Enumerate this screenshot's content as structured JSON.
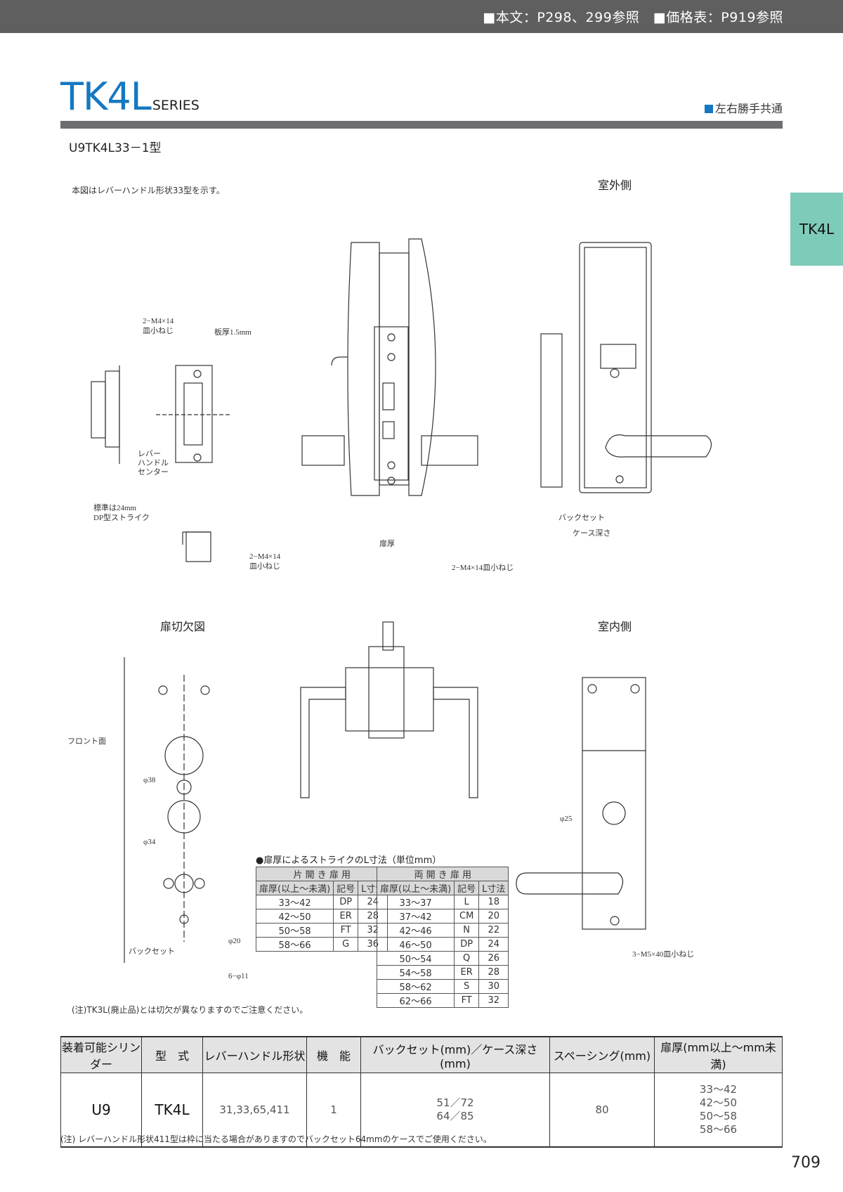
{
  "header": {
    "refs": "■本文：P298、299参照　■価格表：P919参照"
  },
  "title": {
    "main": "TK4L",
    "series": "SERIES",
    "tagline": "左右勝手共通"
  },
  "model": "U9TK4L33－1型",
  "side_tab": "TK4L",
  "drawing_note": "本図はレバーハンドル形状33型を示す。",
  "views": {
    "outside": "室外側",
    "inside": "室内側",
    "door_cutout": "扉切欠図"
  },
  "dim_labels": {
    "screw_a": "2−M4×14",
    "screw_a2": "皿小ねじ",
    "plate": "板厚1.5mm",
    "lever_center_1": "レバー",
    "lever_center_2": "ハンドル",
    "lever_center_3": "センター",
    "std_1": "標準は24mm",
    "std_2": "DP型ストライク",
    "screw_b": "2−M4×14",
    "screw_b2": "皿小ねじ",
    "screw_c": "2−M4×14皿小ねじ",
    "backset": "バックセット",
    "case_depth": "ケース深さ",
    "front_face": "フロント面",
    "backset2": "バックセット",
    "holes": "6−φ11",
    "phi20": "φ20",
    "phi38": "φ38",
    "phi34": "φ34",
    "phi25": "φ25",
    "screw_d": "3−M5×40皿小ねじ",
    "door_thk": "扉厚"
  },
  "strike_table": {
    "title": "●扉厚によるストライクのL寸法（単位mm）",
    "single_header": "片 開 き 扉 用",
    "double_header": "両 開 き 扉 用",
    "col_thk": "扉厚(以上〜未満)",
    "col_code": "記号",
    "col_l": "L寸法",
    "single_rows": [
      [
        "33〜42",
        "DP",
        "24"
      ],
      [
        "42〜50",
        "ER",
        "28"
      ],
      [
        "50〜58",
        "FT",
        "32"
      ],
      [
        "58〜66",
        "G",
        "36"
      ]
    ],
    "double_rows": [
      [
        "33〜37",
        "L",
        "18"
      ],
      [
        "37〜42",
        "CM",
        "20"
      ],
      [
        "42〜46",
        "N",
        "22"
      ],
      [
        "46〜50",
        "DP",
        "24"
      ],
      [
        "50〜54",
        "Q",
        "26"
      ],
      [
        "54〜58",
        "ER",
        "28"
      ],
      [
        "58〜62",
        "S",
        "30"
      ],
      [
        "62〜66",
        "FT",
        "32"
      ]
    ]
  },
  "note_cutout": "(注)TK3L(廃止品)とは切欠が異なりますのでご注意ください。",
  "spec": {
    "headers": [
      "装着可能シリンダー",
      "型　式",
      "レバーハンドル形状",
      "機　能",
      "バックセット(mm)／ケース深さ(mm)",
      "スペーシング(mm)",
      "扉厚(mm以上〜mm未満)"
    ],
    "cylinder": "U9",
    "model": "TK4L",
    "lever": "31,33,65,411",
    "function": "1",
    "backset": [
      "51／72",
      "64／85"
    ],
    "spacing": "80",
    "thickness": [
      "33〜42",
      "42〜50",
      "50〜58",
      "58〜66"
    ]
  },
  "note_bottom": "(注) レバーハンドル形状411型は枠に当たる場合がありますのでバックセット64mmのケースでご使用ください。",
  "page_number": "709"
}
